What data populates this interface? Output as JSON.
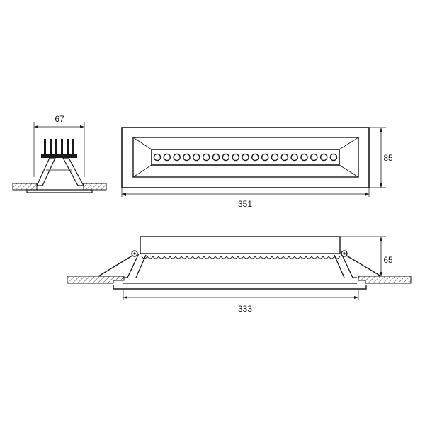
{
  "dimensions": {
    "side_width": "67",
    "front_height": "85",
    "front_width": "351",
    "bottom_height": "65",
    "bottom_width": "333"
  },
  "colors": {
    "line": "#1a1a1a",
    "hatch": "#1a1a1a",
    "background": "#ffffff"
  },
  "led_count": 19
}
